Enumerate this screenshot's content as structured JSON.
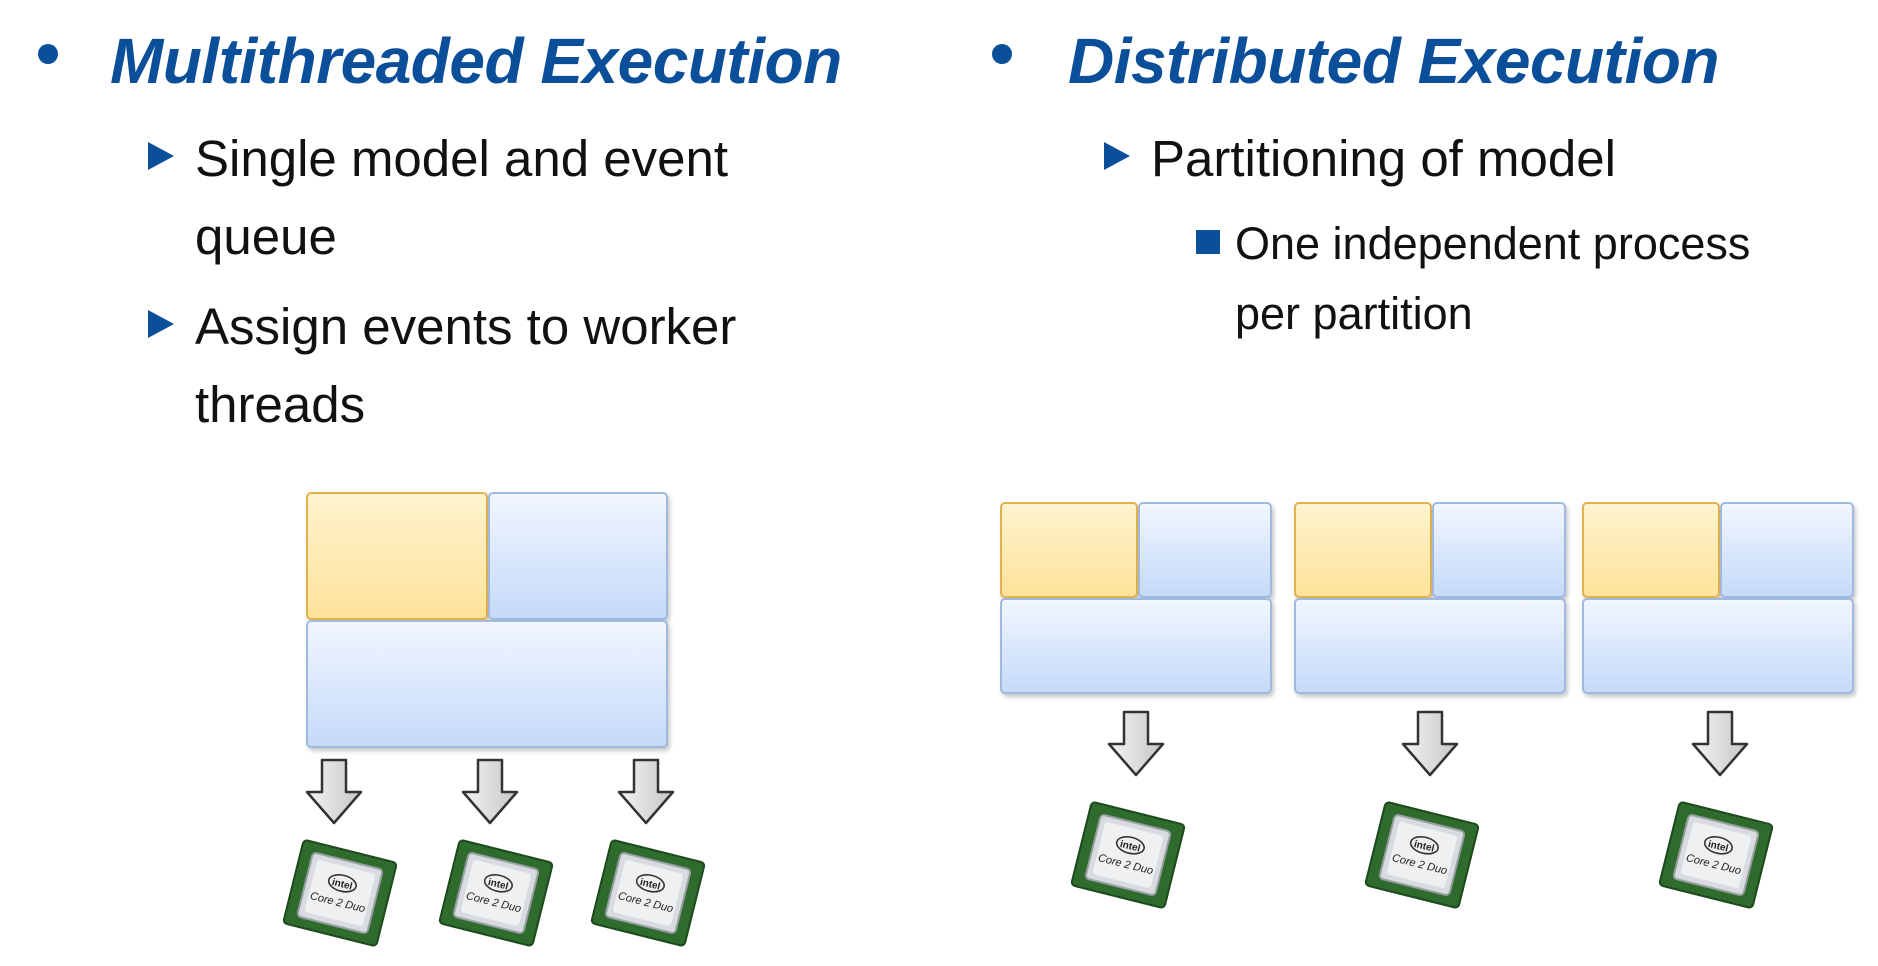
{
  "left": {
    "heading": "Multithreaded Execution",
    "bullets": [
      {
        "line1": "Single model and event",
        "line2": "queue"
      },
      {
        "line1": "Assign events to worker",
        "line2": "threads"
      }
    ]
  },
  "right": {
    "heading": "Distributed Execution",
    "bullets": [
      {
        "text": "Partitioning of model",
        "sub": {
          "line1": "One independent process",
          "line2": "per partition"
        }
      }
    ]
  },
  "cpu_label": {
    "brand": "intel",
    "model": "Core 2 Duo"
  },
  "colors": {
    "accent": "#0b4f9a",
    "orange_block": "#fde29a",
    "blue_block": "#c5daf8"
  },
  "icons": {
    "arrow": "down-arrow-icon",
    "processor": "processor-chip-icon"
  }
}
